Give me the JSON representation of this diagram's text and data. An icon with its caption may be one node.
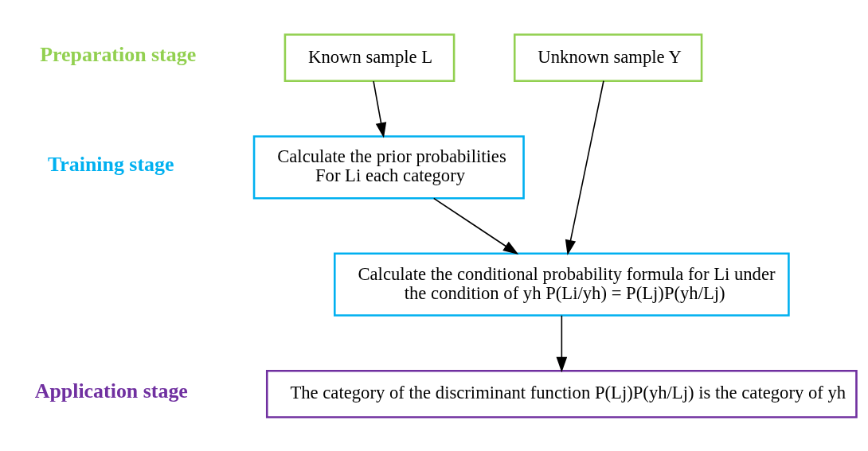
{
  "diagram": {
    "nodes": [
      {
        "text": [
          "Known sample L"
        ]
      },
      {
        "text": [
          "Unknown sample Y"
        ]
      },
      {
        "text": [
          "Calculate the prior probabilities For Li each category"
        ]
      },
      {
        "text": [
          "Calculate the conditional probability formula for Li under the condition of yh P(Li/yh) = P(Lj)P(yh/Lj)"
        ]
      },
      {
        "text": [
          "The category of the discriminant function P(Lj)P(yh/Lj) is the category of yh"
        ]
      }
    ],
    "edges": [
      {
        "from": 0,
        "to": 2,
        "arrow": "to"
      },
      {
        "from": 2,
        "to": 3,
        "arrow": "to"
      },
      {
        "from": 1,
        "to": 3,
        "arrow": "to"
      },
      {
        "from": 3,
        "to": 4,
        "arrow": "to"
      }
    ],
    "labels": [
      "Preparation stage",
      "Training stage",
      "Application stage"
    ]
  }
}
